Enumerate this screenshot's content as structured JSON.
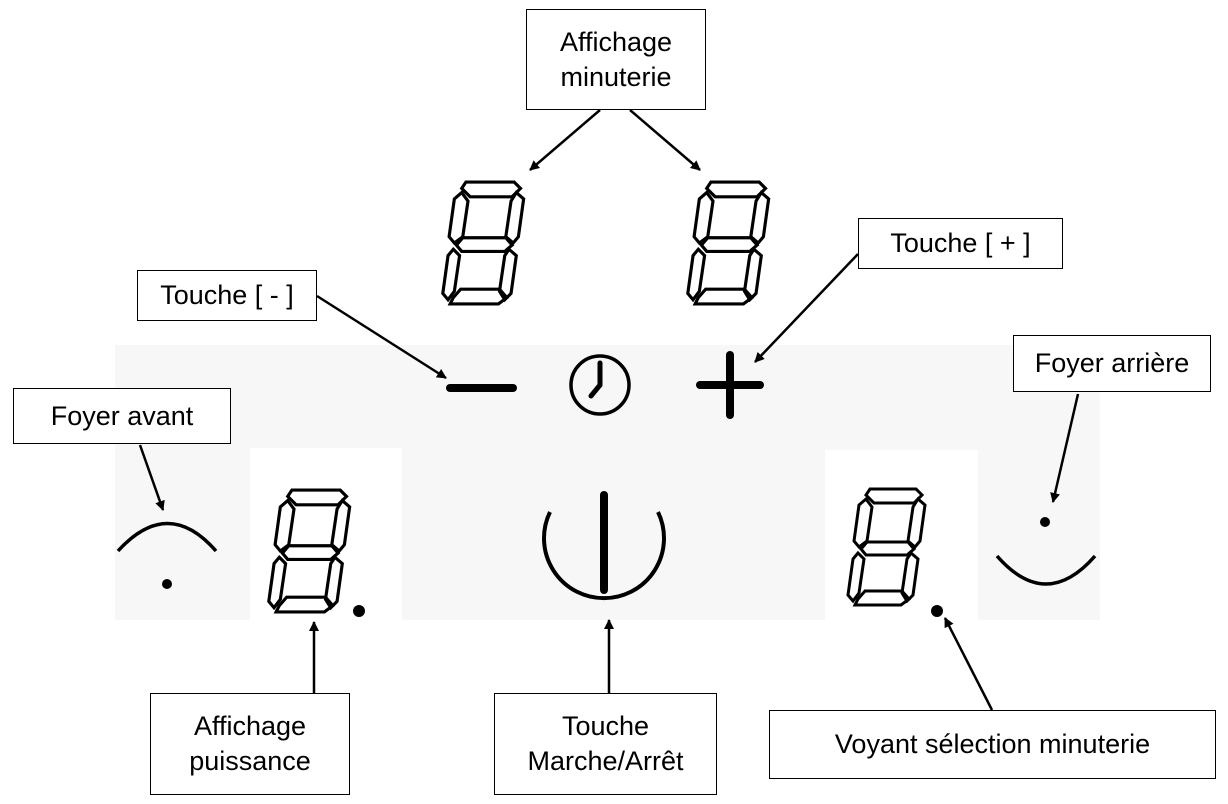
{
  "labels": {
    "affichage_minuterie": "Affichage\nminuterie",
    "touche_plus": "Touche [ + ]",
    "touche_moins": "Touche [ - ]",
    "foyer_arriere": "Foyer arrière",
    "foyer_avant": "Foyer avant",
    "affichage_puissance": "Affichage\npuissance",
    "touche_marche_arret": "Touche\nMarche/Arrêt",
    "voyant_selection_minuterie": "Voyant sélection minuterie"
  },
  "icons": {
    "minus": "minus-icon",
    "clock": "clock-icon",
    "plus": "plus-icon",
    "power": "power-icon",
    "zone_front": "front-zone-icon",
    "zone_rear": "rear-zone-icon"
  },
  "colors": {
    "panel": "#f7f7f7",
    "ink": "#000000"
  }
}
